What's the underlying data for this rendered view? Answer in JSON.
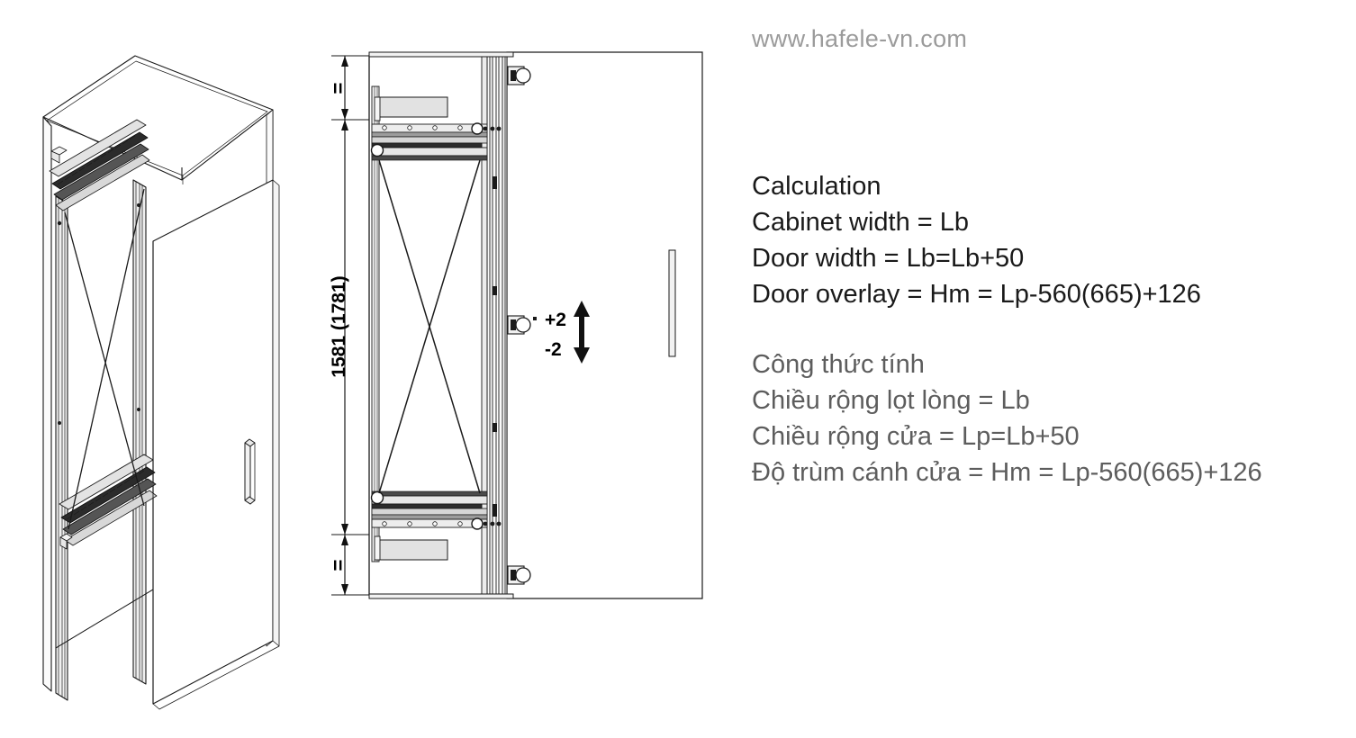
{
  "page": {
    "background": "#ffffff",
    "title": "Tall pantry pull-out unit - installation drawing"
  },
  "branding": {
    "url": "www.hafele-vn.com",
    "url_color": "#9b9b9b"
  },
  "calculation": {
    "heading": "Calculation",
    "text_color": "#1a1a1a",
    "lines": [
      "Cabinet width = Lb",
      "Door width = Lb=Lb+50",
      "Door overlay = Hm = Lp-560(665)+126"
    ]
  },
  "calculation_vi": {
    "heading": "Công thức tính",
    "text_color": "#5d5d5d",
    "lines": [
      "Chiều rộng lọt lòng = Lb",
      "Chiều rộng cửa = Lp=Lb+50",
      "Độ trùm cánh cửa = Hm = Lp-560(665)+126"
    ]
  },
  "dimensions": {
    "height_label": "1581 (1781)",
    "equal_top": "=",
    "equal_bottom": "=",
    "tolerance_plus": "+2",
    "tolerance_minus": "-2"
  },
  "views": {
    "iso_label": "isometric-cabinet-view",
    "section_label": "side-section-view"
  }
}
